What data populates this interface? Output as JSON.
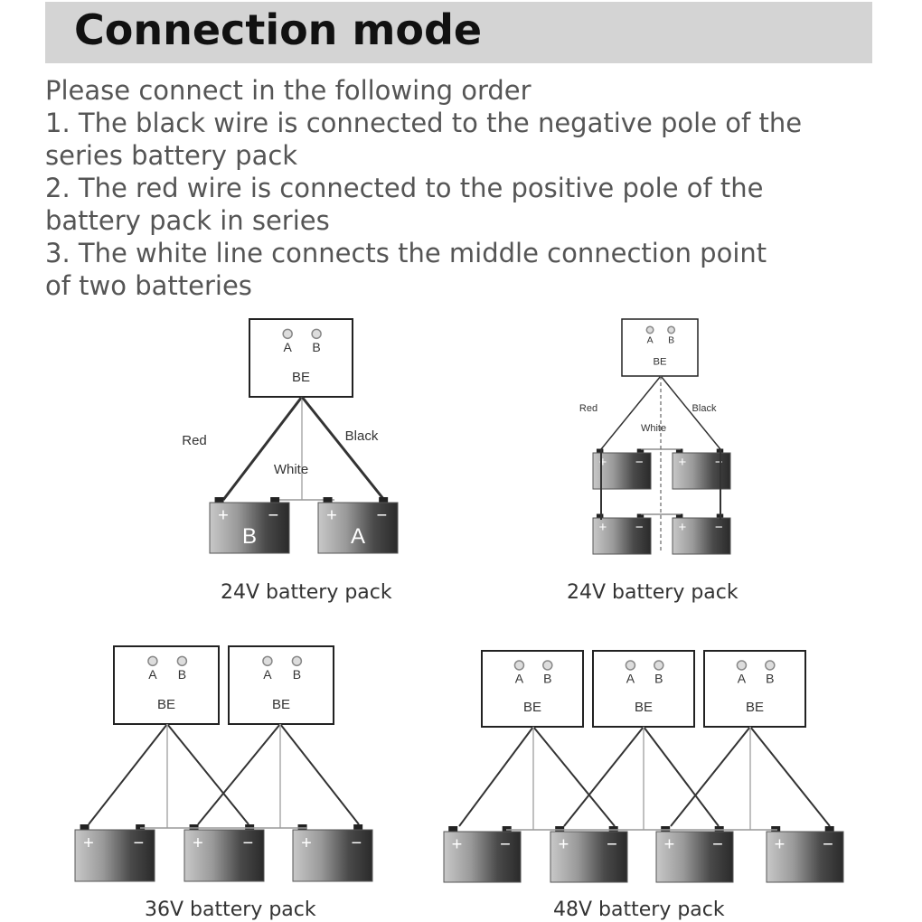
{
  "title": "Connection mode",
  "instructions": [
    "Please connect in the following order",
    "1. The black wire is connected to the negative pole of the",
    "series battery pack",
    "2. The red wire is connected to the positive pole of the",
    "battery pack in series",
    "3. The white line connects the middle connection point",
    "of two batteries"
  ],
  "board": {
    "terminal_a": "A",
    "terminal_b": "B",
    "label": "BE"
  },
  "wires": {
    "red": "Red",
    "white": "White",
    "black": "Black"
  },
  "battery": {
    "plus": "+",
    "minus": "−",
    "b": "B",
    "a": "A"
  },
  "captions": {
    "p24a": "24V battery pack",
    "p24b": "24V battery pack",
    "p36": "36V battery pack",
    "p48": "48V battery pack"
  },
  "colors": {
    "header_bg": "#d4d4d4",
    "battery_dark": "#3a3a3a",
    "battery_light": "#bdbdbd"
  }
}
